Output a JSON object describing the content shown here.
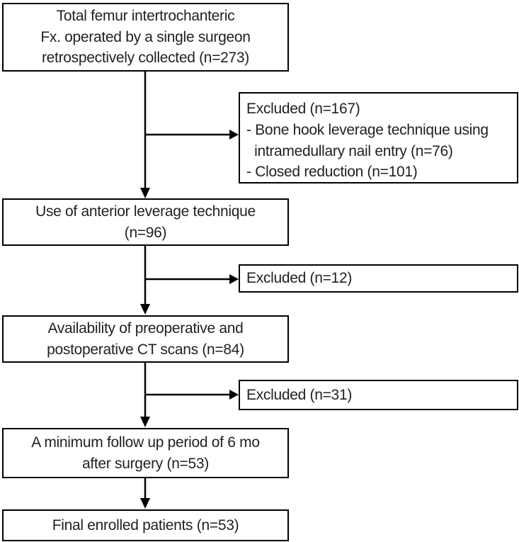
{
  "diagram": {
    "type": "flowchart",
    "colors": {
      "line": "#000000",
      "text": "#231f20",
      "background": "#ffffff"
    },
    "boxes": {
      "total": {
        "text": "Total femur intertrochanteric\nFx. operated by a single surgeon\nretrospectively collected (n=273)"
      },
      "excluded1": {
        "text": "Excluded (n=167)\n- Bone hook leverage technique using\n  intramedullary nail entry (n=76)\n- Closed reduction (n=101)"
      },
      "anterior": {
        "text": "Use of anterior leverage technique\n(n=96)"
      },
      "excluded2": {
        "text": "Excluded (n=12)"
      },
      "ct": {
        "text": "Availability of preoperative and\npostoperative CT scans (n=84)"
      },
      "excluded3": {
        "text": "Excluded (n=31)"
      },
      "followup": {
        "text": "A minimum follow up period of 6 mo\nafter surgery (n=53)"
      },
      "final": {
        "text": "Final enrolled patients (n=53)"
      }
    }
  }
}
